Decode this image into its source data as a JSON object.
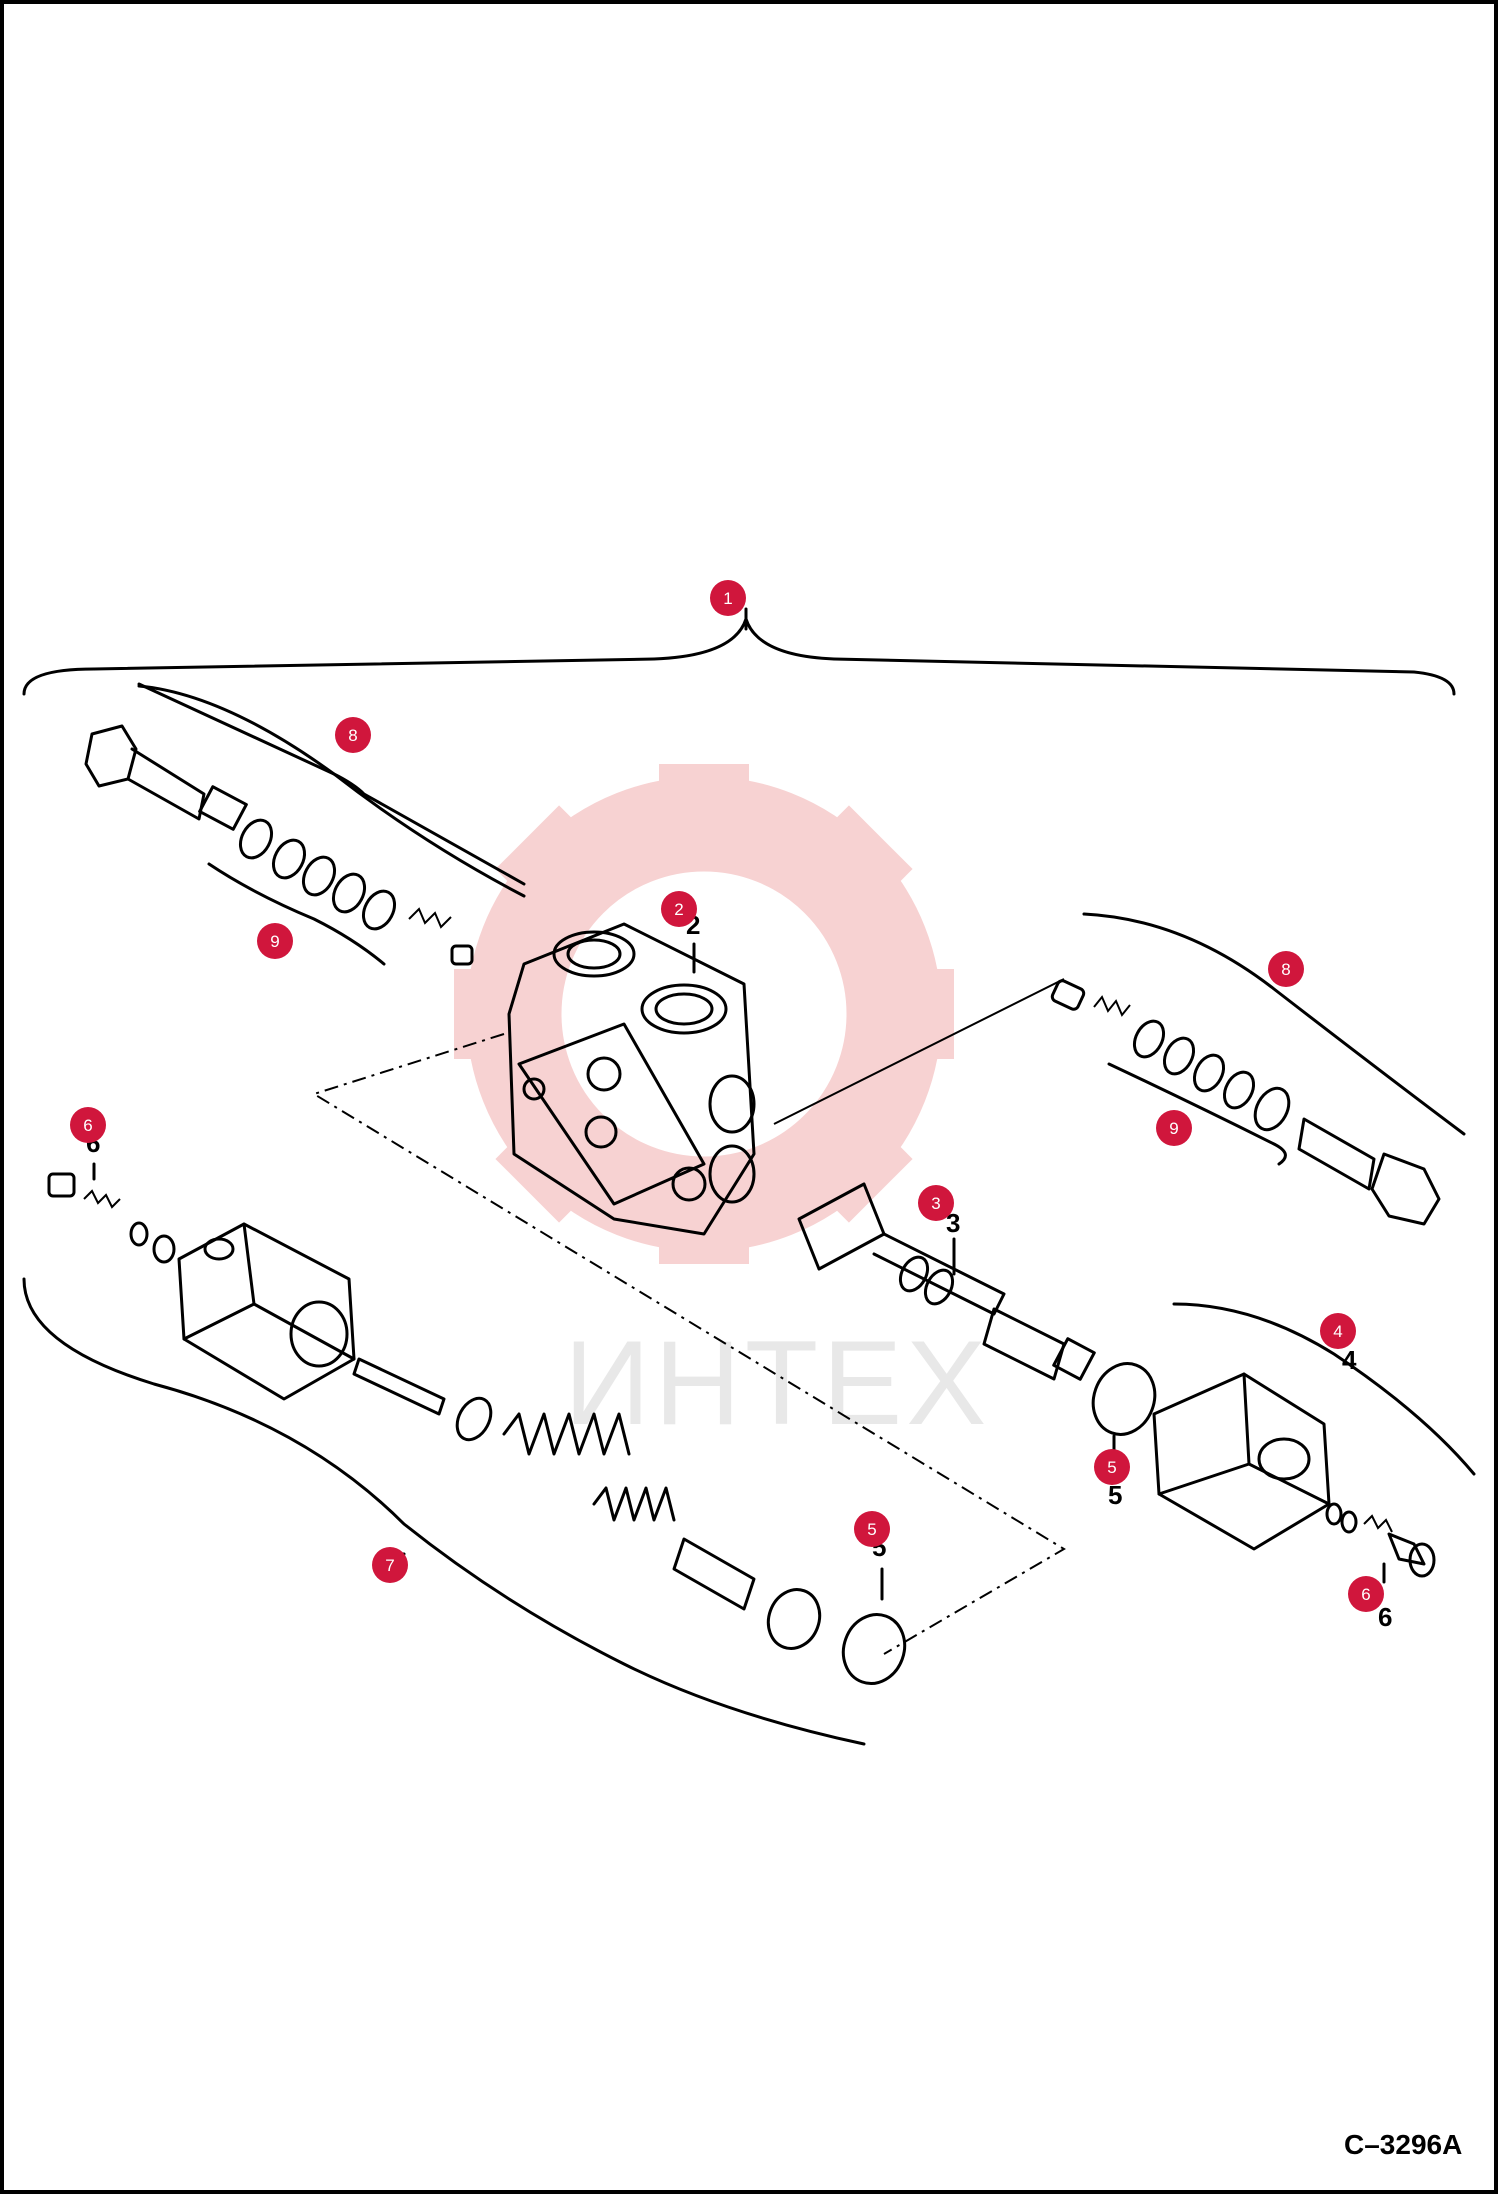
{
  "watermark": {
    "text": "ИНТЕХ",
    "gear_color": "#f7d2d2",
    "text_color": "#e8e8e8"
  },
  "drawing_ref": "C–3296A",
  "badge_color": "#d0163c",
  "callouts": [
    {
      "badge": "1"
    },
    {
      "badge": "2",
      "label": "2"
    },
    {
      "badge": "3",
      "label": "3"
    },
    {
      "badge": "4",
      "label": "4"
    },
    {
      "badge": "5",
      "label": "5"
    },
    {
      "badge": "5",
      "label": "5"
    },
    {
      "badge": "6",
      "label": "6"
    },
    {
      "badge": "6",
      "label": "6"
    },
    {
      "badge": "7"
    },
    {
      "badge": "8"
    },
    {
      "badge": "8"
    },
    {
      "badge": "9"
    },
    {
      "badge": "9"
    }
  ]
}
